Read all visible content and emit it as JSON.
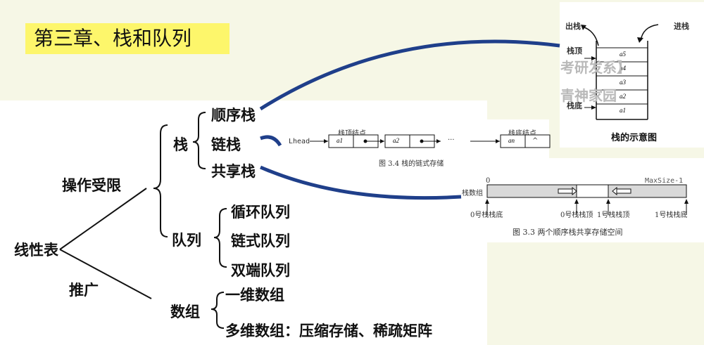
{
  "title": "第三章、栈和队列",
  "tree": {
    "root": "线性表",
    "branch_upper": "操作受限",
    "branch_lower": "推广",
    "stack": "栈",
    "stack_items": [
      "顺序栈",
      "链栈",
      "共享栈"
    ],
    "queue": "队列",
    "queue_items": [
      "循环队列",
      "链式队列",
      "双端队列"
    ],
    "array": "数组",
    "array_items": [
      "一维数组",
      "多维数组：压缩存储、稀疏矩阵"
    ]
  },
  "stack_figure": {
    "push_label": "进栈",
    "pop_label": "出栈",
    "top_label": "栈顶",
    "bottom_label": "栈底",
    "cells": [
      "a5",
      "a4",
      "a3",
      "a2",
      "a1"
    ],
    "caption": "栈的示意图"
  },
  "watermark": {
    "line1": "考研发系】",
    "line2": "青神家园"
  },
  "linked_stack_figure": {
    "head_label": "Lhead",
    "top_node_label": "栈顶结点",
    "bottom_node_label": "栈底结点",
    "nodes": [
      "a1",
      "a2",
      "an"
    ],
    "ellipsis": "···",
    "null_symbol": "^",
    "caption": "图 3.4   栈的链式存储"
  },
  "shared_stack_figure": {
    "array_label": "栈数组",
    "start_index": "0",
    "max_label": "MaxSize-1",
    "bottom0": "0号栈栈底",
    "top0": "0号栈栈顶",
    "top1": "1号栈栈顶",
    "bottom1": "1号栈栈底",
    "caption": "图 3.3    两个顺序栈共享存储空间"
  }
}
